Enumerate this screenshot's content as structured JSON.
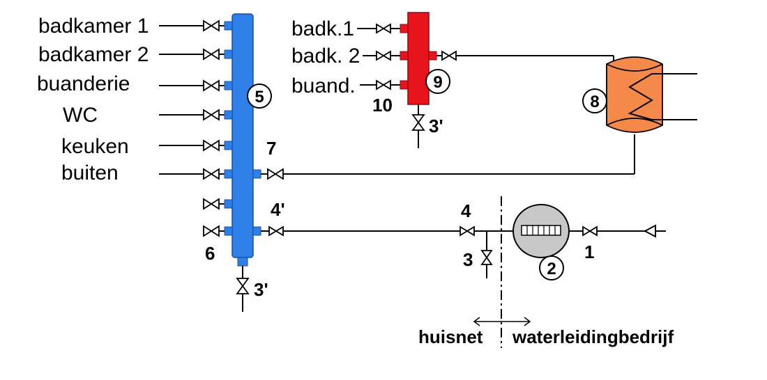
{
  "cold_outlets": [
    "badkamer 1",
    "badkamer 2",
    "buanderie",
    "WC",
    "keuken",
    "buiten"
  ],
  "hot_outlets": [
    "badk.1",
    "badk. 2",
    "buand."
  ],
  "numbers": {
    "n1": "1",
    "n3": "3",
    "n3a": "3'",
    "n3b": "3'",
    "n4": "4",
    "n4a": "4'",
    "n6": "6",
    "n7": "7",
    "n10": "10",
    "c2": "2",
    "c5": "5",
    "c8": "8",
    "c9": "9"
  },
  "zones": {
    "left": "huisnet",
    "right": "waterleidingbedrijf"
  },
  "colors": {
    "cold_collector": "#2f7fe8",
    "hot_collector": "#e8141c",
    "boiler": "#f5894a",
    "meter": "#c8c8c8"
  }
}
